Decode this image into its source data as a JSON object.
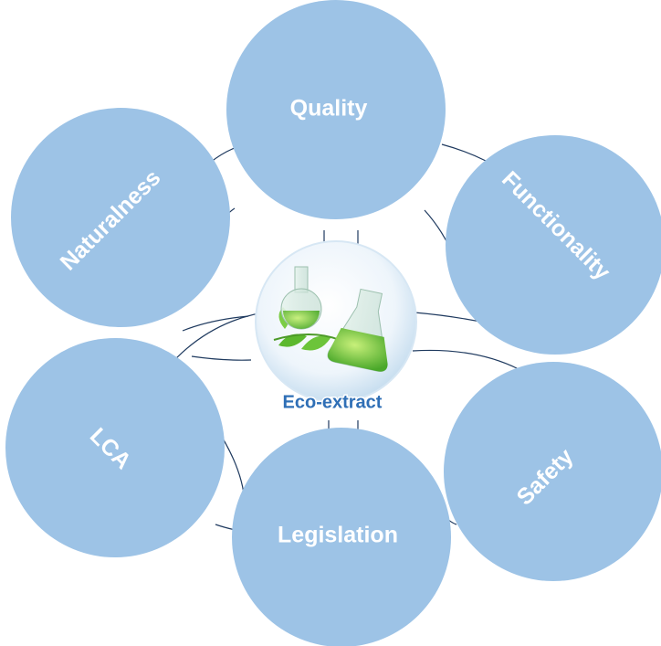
{
  "center": {
    "label": "Eco-extract",
    "icon": "laboratory-flasks-icon"
  },
  "nodes": [
    {
      "key": "quality",
      "label": "Quality"
    },
    {
      "key": "functionality",
      "label": "Functionality"
    },
    {
      "key": "safety",
      "label": "Safety"
    },
    {
      "key": "legislation",
      "label": "Legislation"
    },
    {
      "key": "lca",
      "label": "LCA"
    },
    {
      "key": "naturalness",
      "label": "Naturalness"
    }
  ],
  "colors": {
    "node_fill": "#9dc3e6",
    "node_text": "#ffffff",
    "connector": "#1f3a5f",
    "center_text": "#2f6fb6"
  }
}
